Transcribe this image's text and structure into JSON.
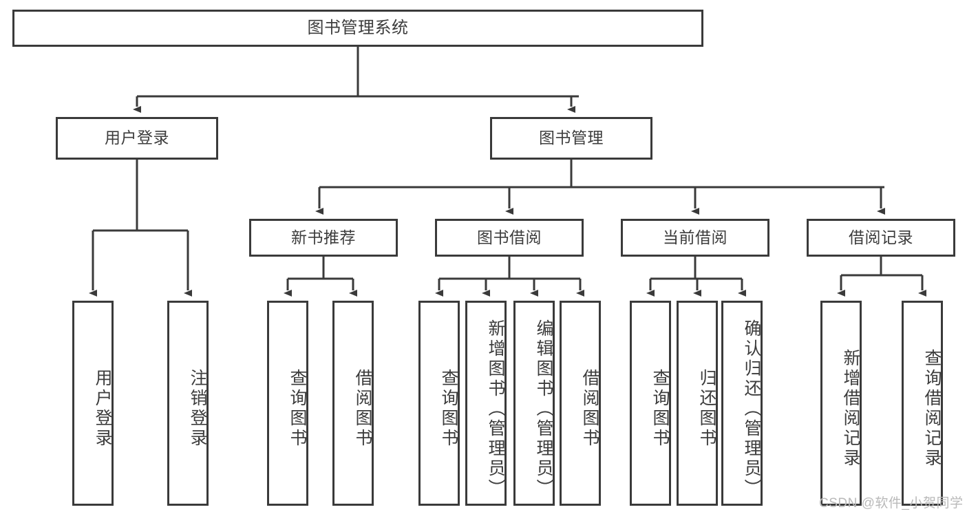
{
  "diagram": {
    "type": "tree-hierarchy-chart",
    "title": "图书管理系统",
    "watermark": "CSDN @软件_小贺同学",
    "colors": {
      "stroke": "#3a3a3a",
      "box_fill": "#ffffff",
      "text": "#3c3c3c",
      "background": "#ffffff",
      "watermark": "#b9b9b9"
    },
    "root": {
      "id": "root",
      "label": "图书管理系统",
      "orientation": "horizontal"
    },
    "level2": [
      {
        "id": "user-login",
        "label": "用户登录",
        "orientation": "horizontal"
      },
      {
        "id": "book-manage",
        "label": "图书管理",
        "orientation": "horizontal"
      }
    ],
    "level3": [
      {
        "id": "new-book-rec",
        "label": "新书推荐",
        "orientation": "horizontal",
        "parent": "book-manage"
      },
      {
        "id": "book-borrow",
        "label": "图书借阅",
        "orientation": "horizontal",
        "parent": "book-manage"
      },
      {
        "id": "current-borrow",
        "label": "当前借阅",
        "orientation": "horizontal",
        "parent": "book-manage"
      },
      {
        "id": "borrow-record",
        "label": "借阅记录",
        "orientation": "horizontal",
        "parent": "book-manage"
      }
    ],
    "leaves": [
      {
        "id": "leaf-user-login",
        "label": "用户登录",
        "parent": "user-login",
        "orientation": "vertical"
      },
      {
        "id": "leaf-user-logout",
        "label": "注销登录",
        "parent": "user-login",
        "orientation": "vertical"
      },
      {
        "id": "leaf-rec-query-book",
        "label": "查询图书",
        "parent": "new-book-rec",
        "orientation": "vertical"
      },
      {
        "id": "leaf-rec-borrow-book",
        "label": "借阅图书",
        "parent": "new-book-rec",
        "orientation": "vertical"
      },
      {
        "id": "leaf-borrow-query-book",
        "label": "查询图书",
        "parent": "book-borrow",
        "orientation": "vertical"
      },
      {
        "id": "leaf-borrow-add-book",
        "label": "新增图书（管理员）",
        "parent": "book-borrow",
        "orientation": "vertical"
      },
      {
        "id": "leaf-borrow-edit-book",
        "label": "编辑图书（管理员）",
        "parent": "book-borrow",
        "orientation": "vertical"
      },
      {
        "id": "leaf-borrow-borrow-book",
        "label": "借阅图书",
        "parent": "book-borrow",
        "orientation": "vertical"
      },
      {
        "id": "leaf-current-query-book",
        "label": "查询图书",
        "parent": "current-borrow",
        "orientation": "vertical"
      },
      {
        "id": "leaf-current-return-book",
        "label": "归还图书",
        "parent": "current-borrow",
        "orientation": "vertical"
      },
      {
        "id": "leaf-current-confirm-return",
        "label": "确认归还（管理员）",
        "parent": "current-borrow",
        "orientation": "vertical"
      },
      {
        "id": "leaf-record-add",
        "label": "新增借阅记录",
        "parent": "borrow-record",
        "orientation": "vertical"
      },
      {
        "id": "leaf-record-query",
        "label": "查询借阅记录",
        "parent": "borrow-record",
        "orientation": "vertical"
      }
    ]
  }
}
